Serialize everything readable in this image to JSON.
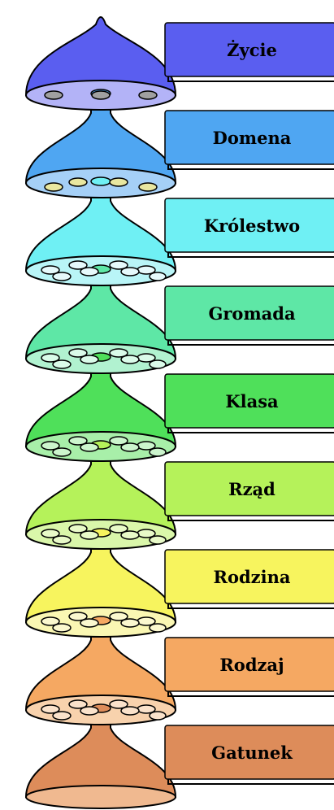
{
  "levels": [
    {
      "label": "Życie",
      "color": "#5a5ef0",
      "tray": "#b3b3f7",
      "oval": "#a0a0a0"
    },
    {
      "label": "Domena",
      "color": "#4fa6f2",
      "tray": "#a5d0f7",
      "oval": "#e9e7a0"
    },
    {
      "label": "Królestwo",
      "color": "#6ff0f4",
      "tray": "#b9f5f7",
      "oval": "#e6f9fb"
    },
    {
      "label": "Gromada",
      "color": "#5ee7a6",
      "tray": "#b1f2d0",
      "oval": "#dafbe9"
    },
    {
      "label": "Klasa",
      "color": "#4fe05a",
      "tray": "#a8efa9",
      "oval": "#ccf5cd"
    },
    {
      "label": "Rząd",
      "color": "#b5f25a",
      "tray": "#daf7aa",
      "oval": "#e8fac8"
    },
    {
      "label": "Rodzina",
      "color": "#f7f45e",
      "tray": "#faf7b3",
      "oval": "#fbf8cf"
    },
    {
      "label": "Rodzaj",
      "color": "#f5a862",
      "tray": "#f8d2ad",
      "oval": "#fae2cb"
    },
    {
      "label": "Gatunek",
      "color": "#dd8c5a",
      "tray": "#f0b990",
      "oval": "#f3c6a2"
    }
  ]
}
